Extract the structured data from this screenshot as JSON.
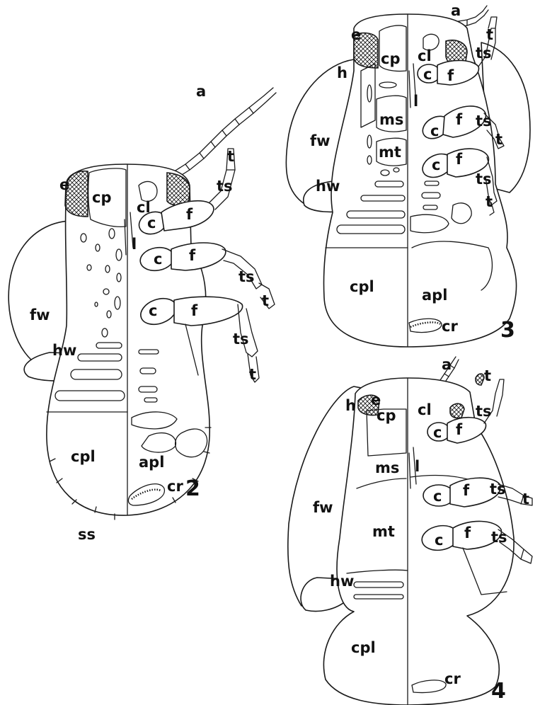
{
  "figures": [
    {
      "number": "2",
      "labels": {
        "a": "a",
        "t1": "t",
        "ts1": "ts",
        "e": "e",
        "cp": "cp",
        "cl": "cl",
        "c1": "c",
        "f1": "f",
        "l": "l",
        "c2": "c",
        "f2": "f",
        "ts2": "ts",
        "t2": "t",
        "fw": "fw",
        "c3": "c",
        "f3": "f",
        "hw": "hw",
        "ts3": "ts",
        "t3": "t",
        "cpl": "cpl",
        "apl": "apl",
        "cr": "cr",
        "ss": "ss"
      }
    },
    {
      "number": "3",
      "labels": {
        "a": "a",
        "t1": "t",
        "e": "e",
        "cp": "cp",
        "cl": "cl",
        "ts1": "ts",
        "h": "h",
        "c1": "c",
        "f1": "f",
        "l": "l",
        "ms": "ms",
        "c2": "c",
        "f2": "f",
        "ts2": "ts",
        "t2": "t",
        "fw": "fw",
        "mt": "mt",
        "c3": "c",
        "f3": "f",
        "ts3": "ts",
        "hw": "hw",
        "t3": "t",
        "cpl": "cpl",
        "apl": "apl",
        "cr": "cr"
      }
    },
    {
      "number": "4",
      "labels": {
        "a": "a",
        "h": "h",
        "e": "e",
        "cp": "cp",
        "cl": "cl",
        "t1": "t",
        "ts1": "ts",
        "c1": "c",
        "f1": "f",
        "ms": "ms",
        "l": "l",
        "fw": "fw",
        "c2": "c",
        "f2": "f",
        "ts2": "ts",
        "t2": "t",
        "mt": "mt",
        "c3": "c",
        "f3": "f",
        "ts3": "ts",
        "hw": "hw",
        "cpl": "cpl",
        "cr": "cr"
      }
    }
  ]
}
